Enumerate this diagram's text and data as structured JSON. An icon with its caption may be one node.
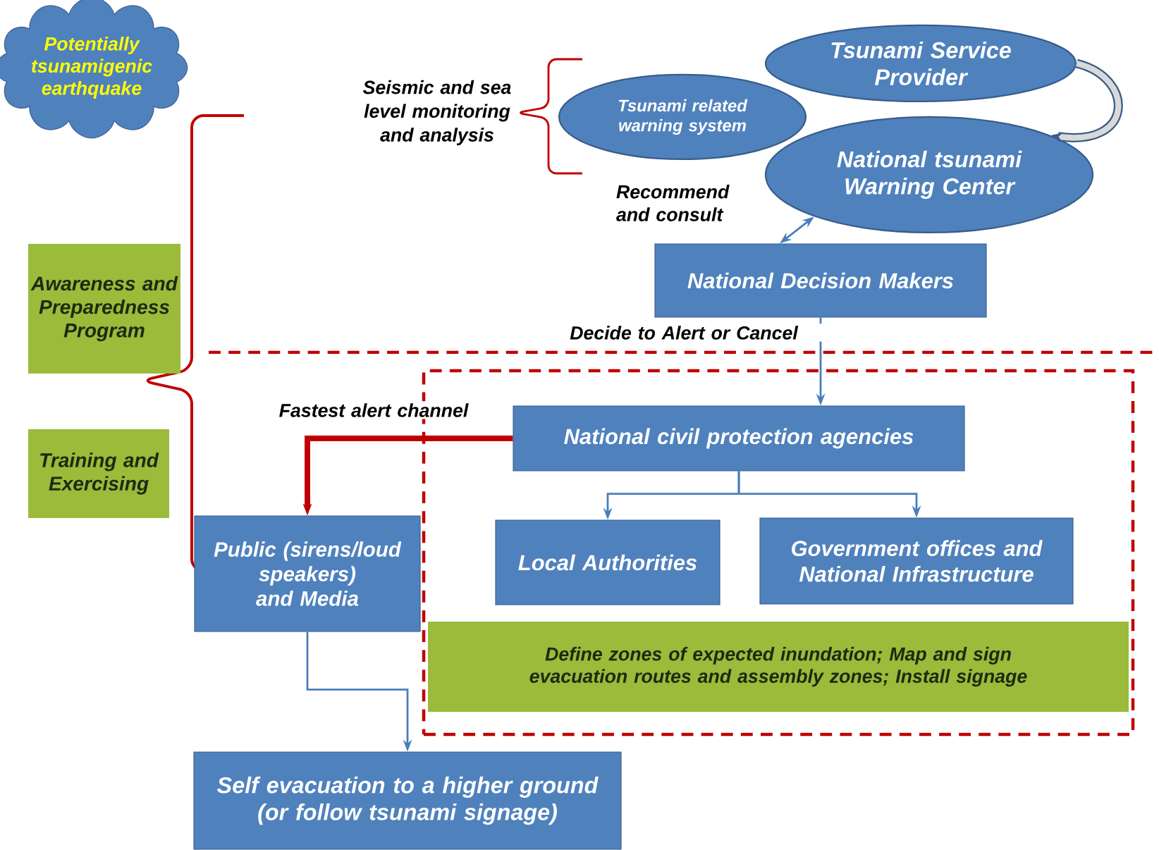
{
  "diagram": {
    "nodes": [
      {
        "text": [
          "Potentially tsunamigenic earthquake"
        ]
      },
      {
        "text": [
          "Tsunami Service Provider"
        ]
      },
      {
        "text": [
          "Tsunami related warning system"
        ]
      },
      {
        "text": [
          "National tsunami Warning Center"
        ]
      },
      {
        "text": [
          "National Decision Makers"
        ]
      },
      {
        "text": [
          "Awareness and Preparedness Program"
        ]
      },
      {
        "text": [
          "Training and Exercising"
        ]
      },
      {
        "text": [],
        "shape": "box"
      },
      {
        "text": [
          "National civil protection agencies"
        ],
        "in": 7
      },
      {
        "text": [
          "Local Authorities"
        ],
        "in": 7
      },
      {
        "text": [
          "Government offices and National Infrastructure"
        ],
        "in": 7
      },
      {
        "text": [
          "Define zones of expected inundation; Map and sign evacuation routes and assembly zones; Install signage"
        ],
        "in": 7
      },
      {
        "text": [
          "Public (sirens/loud speakers) and Media"
        ]
      },
      {
        "text": [
          "Self evacuation to a higher ground (or follow tsunami signage)"
        ]
      }
    ],
    "edges": [
      {
        "from": 1,
        "to": 3,
        "arrow": "to",
        "style": "thick",
        "color": "#385d8a"
      },
      {
        "from": 4,
        "to": 3,
        "arrow": "both",
        "label": "Recommend and consult"
      },
      {
        "from": 4,
        "to": 8,
        "arrow": "to",
        "label": "Decide to Alert or Cancel"
      },
      {
        "from": 8,
        "to": 9,
        "arrow": "to"
      },
      {
        "from": 8,
        "to": 10,
        "arrow": "to"
      },
      {
        "from": 8,
        "to": 12,
        "arrow": "to",
        "label": "Fastest alert channel",
        "style": "thick",
        "color": "#c00000"
      },
      {
        "from": 12,
        "to": 13,
        "arrow": "to"
      }
    ],
    "labels": [
      "Seismic and sea level monitoring and analysis"
    ]
  }
}
